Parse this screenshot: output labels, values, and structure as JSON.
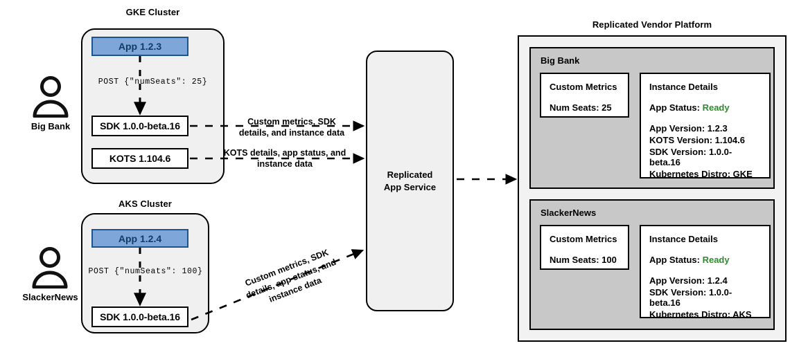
{
  "clusters": [
    {
      "title": "GKE Cluster",
      "actor": "Big Bank",
      "app_label": "App 1.2.3",
      "post_text": "POST {\"numSeats\": 25}",
      "components": [
        "SDK 1.0.0-beta.16",
        "KOTS 1.104.6"
      ]
    },
    {
      "title": "AKS Cluster",
      "actor": "SlackerNews",
      "app_label": "App 1.2.4",
      "post_text": "POST {\"numSeats\": 100}",
      "components": [
        "SDK 1.0.0-beta.16"
      ]
    }
  ],
  "edges": {
    "sdk_to_service": "Custom metrics, SDK details, and instance data",
    "sdk_to_service_l1": "Custom metrics, SDK",
    "sdk_to_service_l2": "details, and instance data",
    "kots_to_service_l1": "KOTS details, app status, and",
    "kots_to_service_l2": "instance data",
    "aks_to_service_l1": "Custom metrics, SDK",
    "aks_to_service_l2": "details, app status, and",
    "aks_to_service_l3": "instance data"
  },
  "service": {
    "line1": "Replicated",
    "line2": "App Service"
  },
  "vendor_platform": {
    "title": "Replicated Vendor Platform",
    "tenants": [
      {
        "name": "Big Bank",
        "metrics": {
          "heading": "Custom Metrics",
          "rows": [
            "Num Seats: 25"
          ]
        },
        "instance": {
          "heading": "Instance Details",
          "status_label": "App Status:",
          "status_value": "Ready",
          "rows": [
            "App Version: 1.2.3",
            "KOTS Version: 1.104.6",
            "SDK Version: 1.0.0-beta.16",
            "Kubernetes Distro: GKE"
          ]
        }
      },
      {
        "name": "SlackerNews",
        "metrics": {
          "heading": "Custom Metrics",
          "rows": [
            "Num Seats: 100"
          ]
        },
        "instance": {
          "heading": "Instance Details",
          "status_label": "App Status:",
          "status_value": "Ready",
          "rows": [
            "App Version: 1.2.4",
            "SDK Version: 1.0.0-beta.16",
            "Kubernetes Distro: AKS"
          ]
        }
      }
    ]
  },
  "colors": {
    "app_fill": "#7EA6D9",
    "app_border": "#19548F",
    "cluster_fill": "#f0f0f0",
    "panel_fill": "#c8c8c8",
    "ready_green": "#2E8B2E"
  }
}
